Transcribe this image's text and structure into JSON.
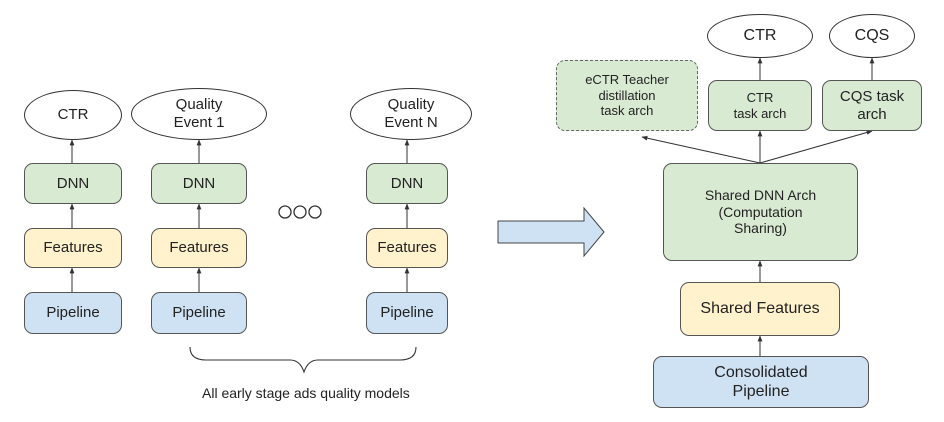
{
  "left": {
    "columns": [
      {
        "output": "CTR",
        "model": "DNN",
        "features": "Features",
        "pipeline": "Pipeline"
      },
      {
        "output": "Quality\nEvent 1",
        "model": "DNN",
        "features": "Features",
        "pipeline": "Pipeline"
      },
      {
        "output": "Quality\nEvent N",
        "model": "DNN",
        "features": "Features",
        "pipeline": "Pipeline"
      }
    ],
    "caption": "All early stage ads quality models"
  },
  "right": {
    "outputs": {
      "ctr": "CTR",
      "cqs": "CQS"
    },
    "tasks": {
      "ectr": "eCTR Teacher\ndistillation\ntask arch",
      "ctr": "CTR\ntask arch",
      "cqs": "CQS task\narch"
    },
    "shared_dnn": "Shared DNN Arch\n(Computation\nSharing)",
    "shared_features": "Shared Features",
    "pipeline": "Consolidated\nPipeline"
  },
  "colors": {
    "green": "#d9ead3",
    "yellow": "#fff2cc",
    "blue": "#cfe2f3",
    "arrow_fill": "#cfe2f3"
  }
}
